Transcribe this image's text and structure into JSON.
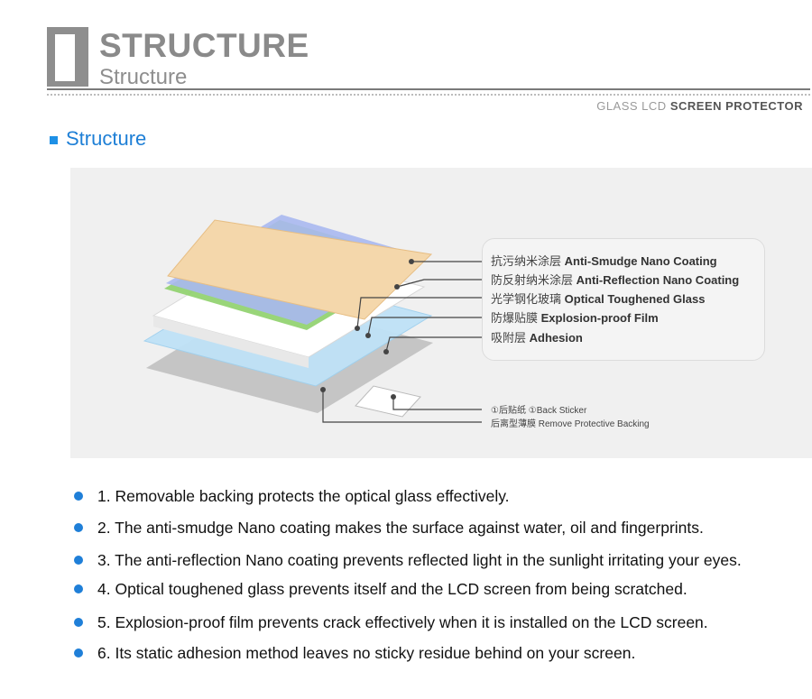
{
  "header": {
    "title": "STRUCTURE",
    "subtitle": "Structure",
    "brand_light": "GLASS LCD",
    "brand_bold": "SCREEN PROTECTOR"
  },
  "section": {
    "title": "Structure"
  },
  "diagram": {
    "layers": [
      {
        "cn": "抗污纳米涂层",
        "en": "Anti-Smudge Nano Coating"
      },
      {
        "cn": "防反射纳米涂层",
        "en": "Anti-Reflection Nano Coating"
      },
      {
        "cn": "光学钢化玻璃",
        "en": "Optical Toughened Glass"
      },
      {
        "cn": "防爆贴膜",
        "en": "Explosion-proof Film"
      },
      {
        "cn": "吸附层",
        "en": "Adhesion"
      }
    ],
    "back_sticker": "①后贴纸 ①Back Sticker",
    "remove_backing": "后离型薄膜 Remove Protective Backing"
  },
  "features": [
    "1. Removable backing protects the optical glass effectively.",
    "2. The anti-smudge Nano coating makes the surface against water, oil and fingerprints.",
    "3. The anti-reflection Nano coating prevents reflected light in the sunlight irritating your eyes.",
    "4. Optical toughened glass prevents itself and the LCD screen from being scratched.",
    "5. Explosion-proof film prevents crack effectively when it is installed on the LCD screen.",
    "6. Its static adhesion method leaves no sticky residue behind on your screen."
  ],
  "colors": {
    "accent": "#1e7fd6",
    "heading_gray": "#8a8a8a"
  }
}
